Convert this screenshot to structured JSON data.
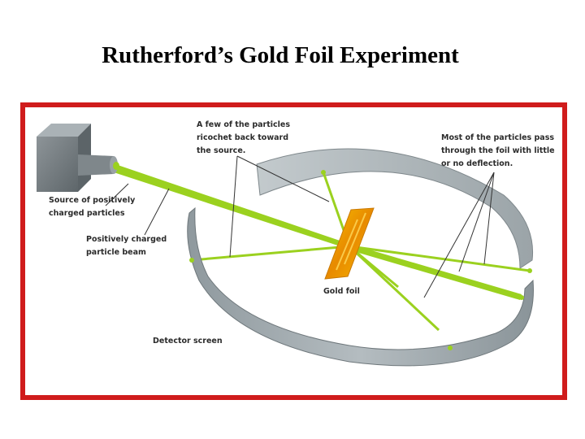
{
  "title": "Rutherford’s Gold Foil Experiment",
  "labels": {
    "ricochet": [
      "A few of the particles",
      "ricochet back toward",
      "the source."
    ],
    "pass": [
      "Most of the particles pass",
      "through the foil with little",
      "or no deflection."
    ],
    "source": [
      "Source of positively",
      "charged particles"
    ],
    "beam": [
      "Positively charged",
      "particle beam"
    ],
    "foil": "Gold foil",
    "screen": "Detector screen"
  },
  "colors": {
    "frame": "#d01c1c",
    "beam": "#9bd11f",
    "ring": "#9aa3a8",
    "foil": "#f2a400"
  }
}
